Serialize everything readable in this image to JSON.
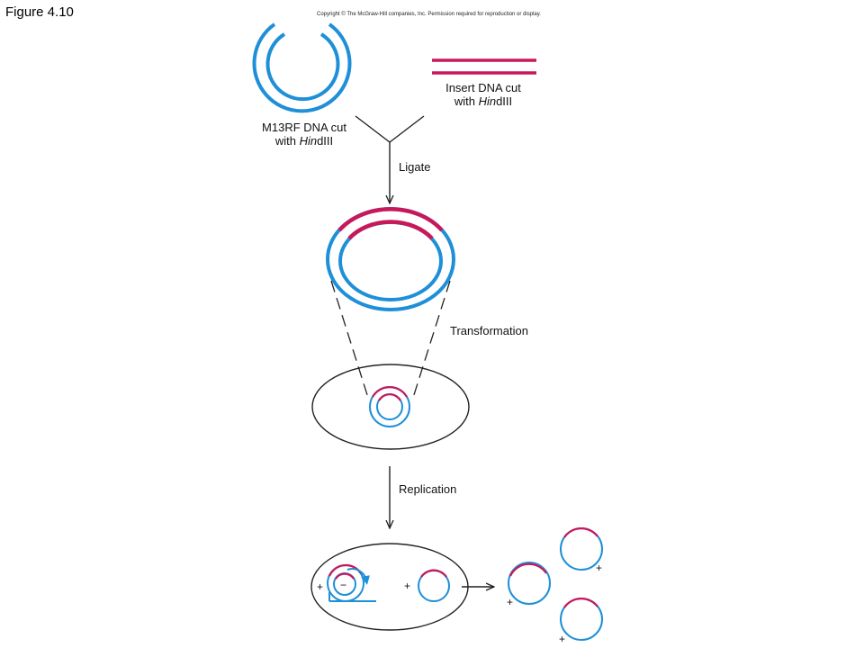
{
  "figure_label": "Figure 4.10",
  "copyright": "Copyright © The McGraw-Hill companies, Inc. Permission required for reproduction or display.",
  "labels": {
    "vector_line1": "M13RF DNA cut",
    "vector_line2_prefix": "with ",
    "vector_line2_italic": "Hin",
    "vector_line2_suffix": "dIII",
    "insert_line1": "Insert DNA cut",
    "insert_line2_prefix": "with ",
    "insert_line2_italic": "Hin",
    "insert_line2_suffix": "dIII",
    "ligate": "Ligate",
    "transformation": "Transformation",
    "replication": "Replication"
  },
  "signs": {
    "plus": "+",
    "minus": "−"
  },
  "colors": {
    "vector_dna": "#1e8fd8",
    "insert_dna": "#c8185a",
    "outline": "#222222"
  }
}
